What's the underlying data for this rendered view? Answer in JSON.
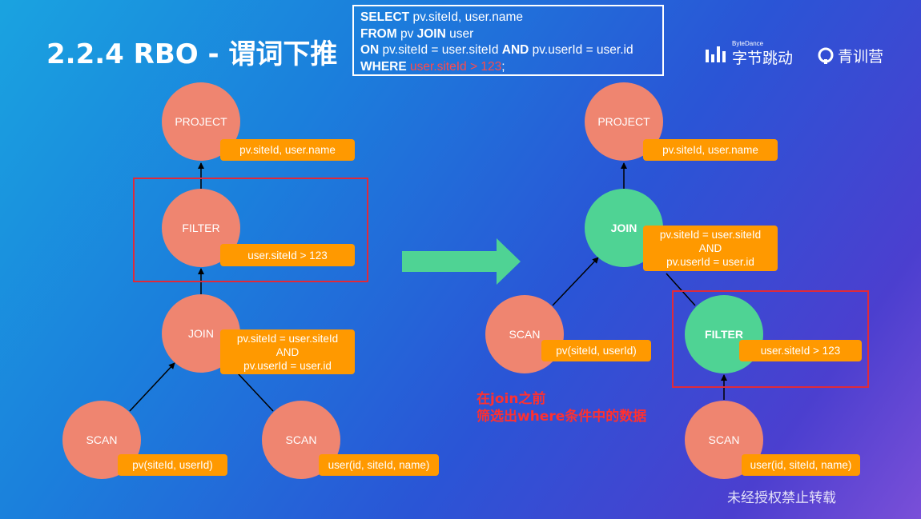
{
  "title": "2.2.4 RBO - 谓词下推",
  "sql": {
    "line1_kw": "SELECT",
    "line1_rest": " pv.siteId, user.name",
    "line2_kw1": "FROM",
    "line2_mid": " pv ",
    "line2_kw2": "JOIN",
    "line2_rest": " user",
    "line3_kw1": "ON",
    "line3_mid": " pv.siteId = user.siteId ",
    "line3_kw2": "AND",
    "line3_rest": " pv.userId = user.id",
    "line4_kw": "WHERE",
    "line4_red": " user.siteId > 123",
    "line4_end": ";"
  },
  "logos": {
    "bytedance_small": "ByteDance",
    "bytedance": "字节跳动",
    "camp": "青训营"
  },
  "left": {
    "project": {
      "name": "PROJECT",
      "label": "pv.siteId, user.name"
    },
    "filter": {
      "name": "FILTER",
      "label": "user.siteId > 123"
    },
    "join": {
      "name": "JOIN",
      "label1": "pv.siteId = user.siteId",
      "label2": "AND",
      "label3": "pv.userId = user.id"
    },
    "scan_pv": {
      "name": "SCAN",
      "label": "pv(siteId, userId)"
    },
    "scan_user": {
      "name": "SCAN",
      "label": "user(id, siteId, name)"
    }
  },
  "right": {
    "project": {
      "name": "PROJECT",
      "label": "pv.siteId, user.name"
    },
    "join": {
      "name": "JOIN",
      "label1": "pv.siteId = user.siteId",
      "label2": "AND",
      "label3": "pv.userId = user.id"
    },
    "scan_pv": {
      "name": "SCAN",
      "label": "pv(siteId, userId)"
    },
    "filter": {
      "name": "FILTER",
      "label": "user.siteId > 123"
    },
    "scan_user": {
      "name": "SCAN",
      "label": "user(id, siteId, name)"
    }
  },
  "note": {
    "line1": "在join之前",
    "line2": "筛选出where条件中的数据"
  },
  "watermark": "未经授权禁止转载",
  "colors": {
    "node_salmon": "#ef8570",
    "node_green": "#4fd394",
    "label_orange": "#ff9900",
    "highlight_red": "#e02a3a",
    "arrow_green": "#4fd394"
  }
}
